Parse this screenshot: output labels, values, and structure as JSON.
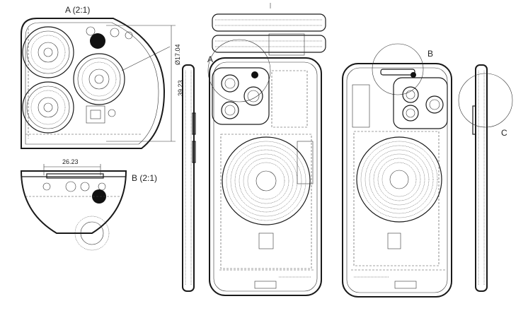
{
  "callouts": {
    "detail_a": "A (2:1)",
    "detail_b": "B (2:1)",
    "mark_a": "A",
    "mark_b": "B",
    "mark_c": "C"
  },
  "dimensions": {
    "lens_diameter": "Ø17.04",
    "module_height": "39.23",
    "notch_width": "26.23"
  }
}
